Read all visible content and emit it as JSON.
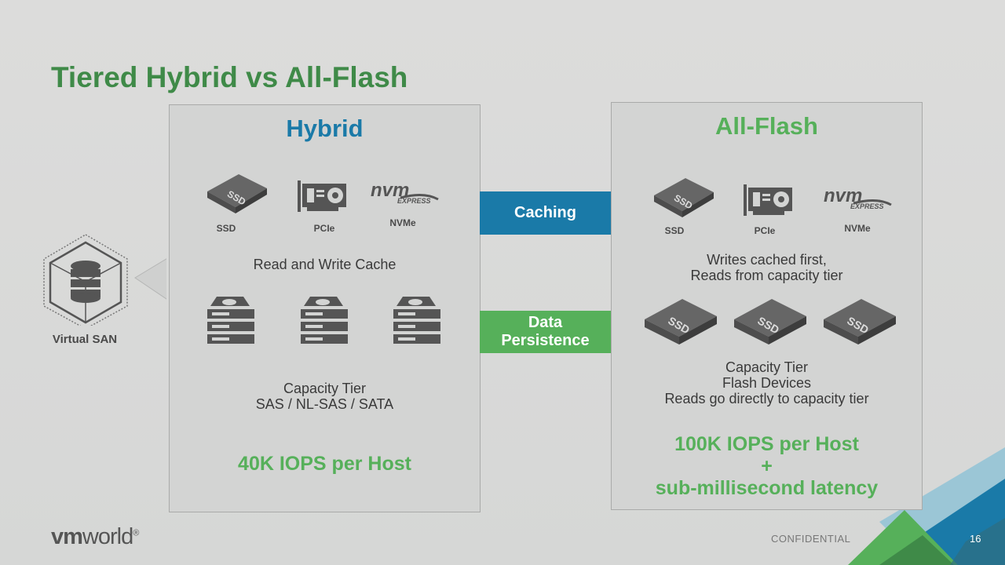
{
  "slide": {
    "title": "Tiered Hybrid vs All-Flash",
    "confidential": "CONFIDENTIAL",
    "page_number": "16",
    "logo": {
      "vm": "vm",
      "world": "world",
      "mark": "®"
    }
  },
  "vsan": {
    "label": "Virtual SAN"
  },
  "bars": {
    "caching": "Caching",
    "persistence": "Data Persistence"
  },
  "hybrid": {
    "title": "Hybrid",
    "cache_devices": [
      "SSD",
      "PCIe",
      "NVMe"
    ],
    "cache_text": "Read and Write Cache",
    "capacity_lines": [
      "Capacity Tier",
      "SAS / NL-SAS / SATA"
    ],
    "iops": "40K IOPS per Host"
  },
  "allflash": {
    "title": "All-Flash",
    "cache_devices": [
      "SSD",
      "PCIe",
      "NVMe"
    ],
    "cache_lines": [
      "Writes cached first,",
      "Reads from capacity tier"
    ],
    "capacity_lines": [
      "Capacity Tier",
      "Flash Devices",
      "Reads go directly to capacity tier"
    ],
    "iops_lines": [
      "100K IOPS per Host",
      "+",
      "sub-millisecond latency"
    ]
  },
  "icons": {
    "ssd": "ssd-icon",
    "pcie": "pcie-card-icon",
    "nvme": "nvme-logo-icon",
    "hdd": "hdd-server-icon",
    "vsan": "database-cube-icon"
  },
  "colors": {
    "title_green": "#3f8a48",
    "accent_blue": "#1a7aa8",
    "accent_green": "#56b05a"
  }
}
